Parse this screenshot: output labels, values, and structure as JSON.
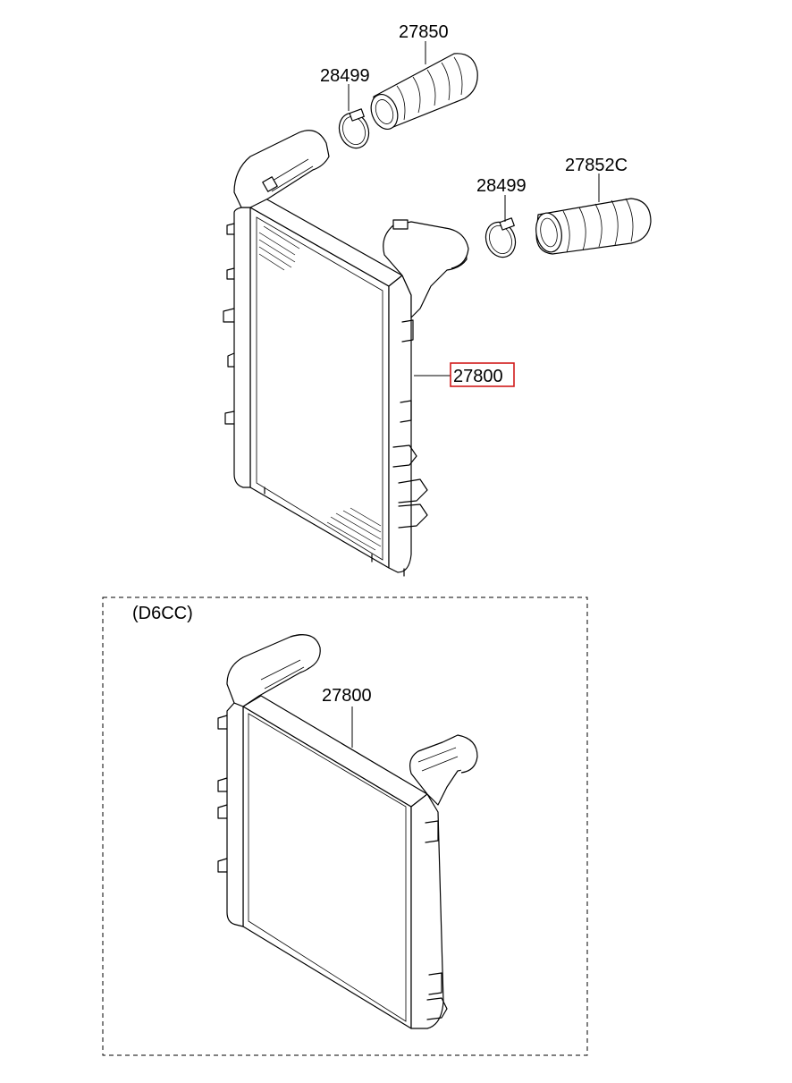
{
  "callouts": {
    "hose_upper": "27850",
    "clamp_upper": "28499",
    "clamp_lower": "28499",
    "hose_lower": "27852C",
    "intercooler_main": "27800",
    "variant_label": "(D6CC)",
    "intercooler_variant": "27800"
  },
  "colors": {
    "line": "#000000",
    "highlight_box": "#d11a1a",
    "background": "#ffffff"
  }
}
